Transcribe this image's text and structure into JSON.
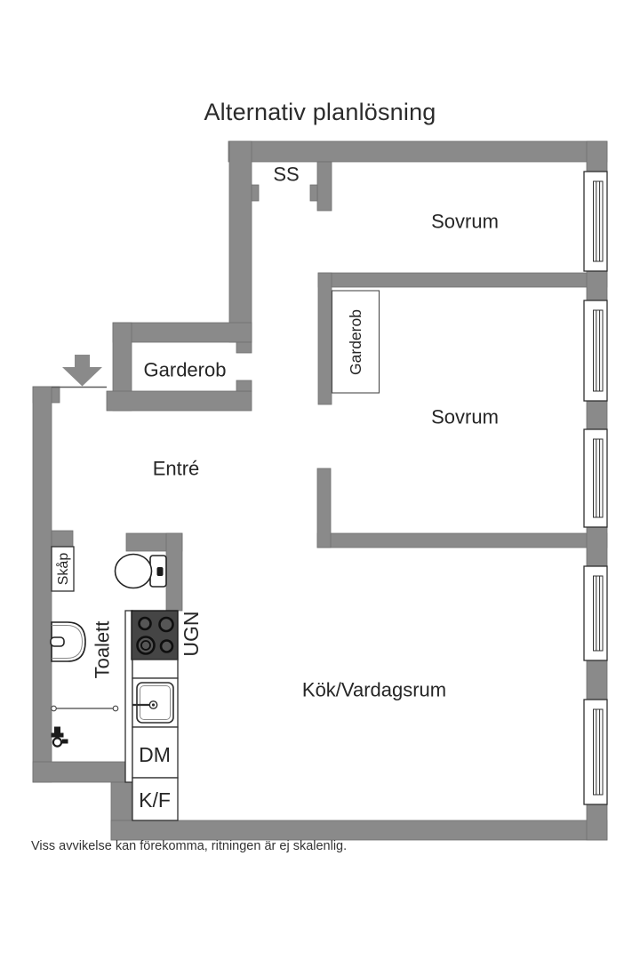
{
  "title": "Alternativ planlösning",
  "disclaimer": "Viss avvikelse kan förekomma, ritningen är ej skalenlig.",
  "colors": {
    "wall": "#8a8a8a",
    "outline": "#2f2f2f",
    "text": "#262626",
    "stove": "#454545",
    "background": "#ffffff"
  },
  "labels": {
    "ss": "SS",
    "sovrum_top": "Sovrum",
    "sovrum_middle": "Sovrum",
    "garderob_hall": "Garderob",
    "garderob_bedroom": "Garderob",
    "entre": "Entré",
    "skap": "Skåp",
    "toalett": "Toalett",
    "ugn": "UGN",
    "kok_vardagsrum": "Kök/Vardagsrum",
    "dm": "DM",
    "kf": "K/F"
  }
}
